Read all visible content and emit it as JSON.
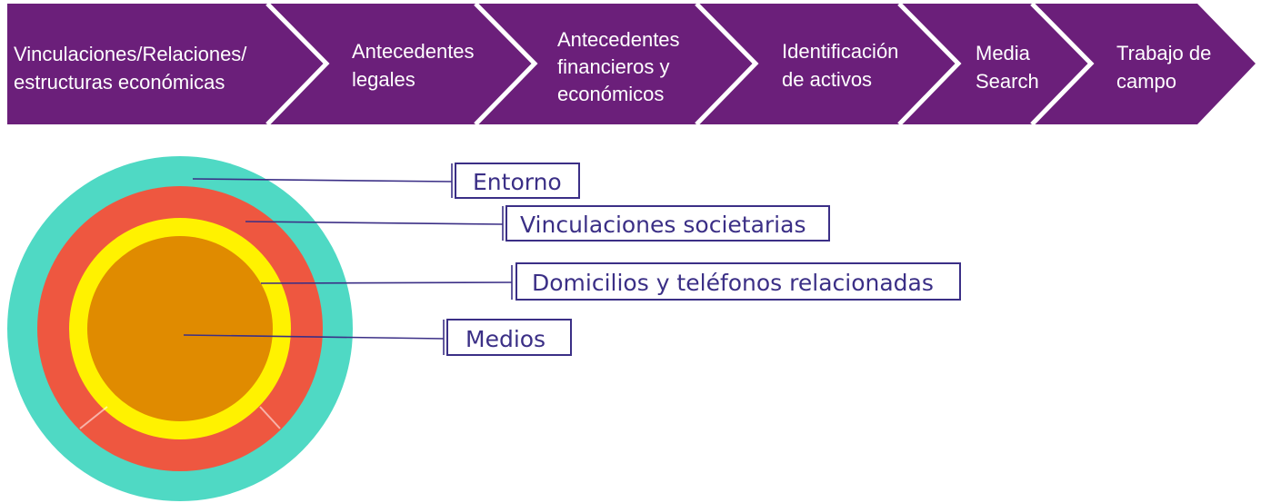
{
  "colors": {
    "chevron_fill": "#6b1f7a",
    "chevron_separator": "#ffffff",
    "chevron_text": "#ffffff",
    "ring_outer": "#4fd9c4",
    "ring_second": "#ee5740",
    "ring_third": "#fff200",
    "ring_core": "#e08b00",
    "callout_line": "#3b2f86",
    "callout_text": "#3b2f86"
  },
  "process": {
    "steps": [
      {
        "lines": [
          "Vinculaciones/Relaciones/",
          "estructuras  económicas"
        ]
      },
      {
        "lines": [
          "Antecedentes",
          "legales"
        ]
      },
      {
        "lines": [
          "Antecedentes",
          "financieros y",
          "económicos"
        ]
      },
      {
        "lines": [
          "Identificación",
          "de activos"
        ]
      },
      {
        "lines": [
          "Media",
          "Search"
        ]
      },
      {
        "lines": [
          "Trabajo de",
          "campo"
        ]
      }
    ]
  },
  "layers": {
    "items": [
      {
        "label": "Entorno",
        "icon": "ring-outer-icon"
      },
      {
        "label": "Vinculaciones societarias",
        "icon": "ring-second-icon"
      },
      {
        "label": "Domicilios y teléfonos relacionadas",
        "icon": "ring-third-icon"
      },
      {
        "label": "Medios",
        "icon": "ring-core-icon"
      }
    ]
  }
}
